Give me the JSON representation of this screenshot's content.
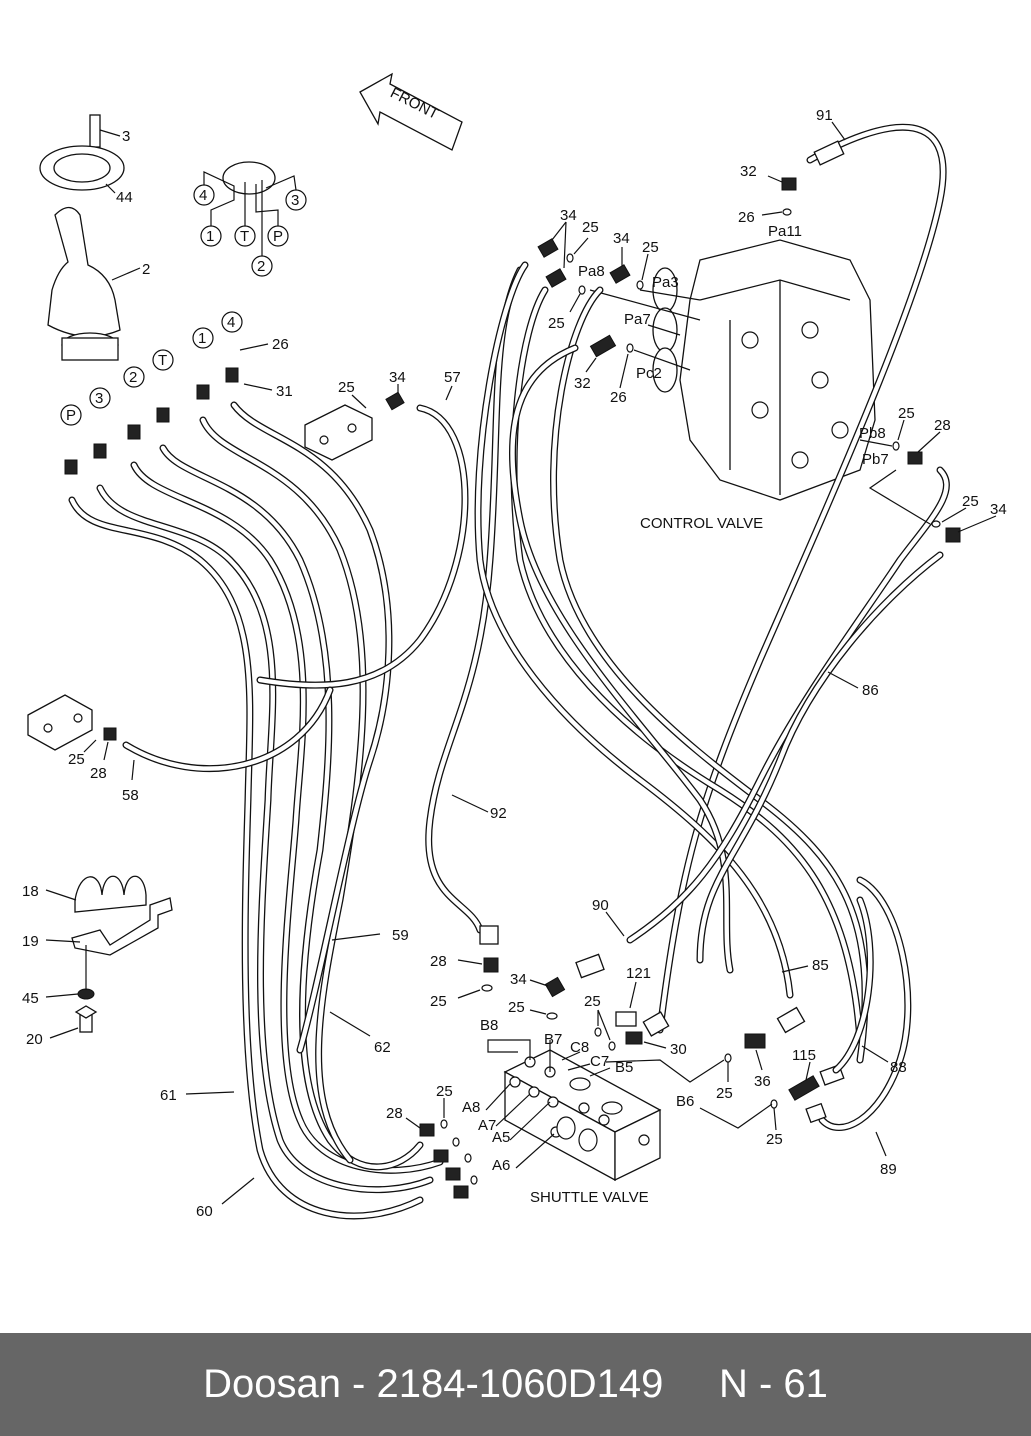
{
  "footer": {
    "brand": "Doosan",
    "separator": " - ",
    "part_number": "2184-1060D149",
    "page_ref": "N - 61",
    "background": "#666666"
  },
  "direction": {
    "label": "FRONT"
  },
  "assemblies": {
    "control_valve": "CONTROL VALVE",
    "shuttle_valve": "SHUTTLE VALVE"
  },
  "port_legend": {
    "ports": [
      "4",
      "1",
      "T",
      "P",
      "2",
      "3"
    ]
  },
  "joystick_port_markers": [
    "P",
    "3",
    "2",
    "T",
    "1",
    "4"
  ],
  "callouts": {
    "c3_bolt": "3",
    "c44_plate": "44",
    "c2_lever": "2",
    "c26_a": "26",
    "c31": "31",
    "c25_a": "25",
    "c34_a": "34",
    "c57": "57",
    "c25_b": "25",
    "c28_a": "28",
    "c58": "58",
    "c91": "91",
    "c32_a": "32",
    "c26_b": "26",
    "c34_b": "34",
    "c25_c": "25",
    "c34_c": "34",
    "c25_d": "25",
    "c25_e": "25",
    "c32_b": "32",
    "c26_c": "26",
    "c25_f": "25",
    "c28_b": "28",
    "c25_g": "25",
    "c34_d": "34",
    "c86": "86",
    "c92": "92",
    "c18": "18",
    "c19": "19",
    "c45": "45",
    "c20": "20",
    "c59": "59",
    "c62": "62",
    "c61": "61",
    "c60": "60",
    "c90": "90",
    "c85": "85",
    "c28_c": "28",
    "c25_h": "25",
    "c34_e": "34",
    "c25_i": "25",
    "c121": "121",
    "c25_j": "25",
    "c30": "30",
    "c36": "36",
    "c115": "115",
    "c88": "88",
    "c25_k": "25",
    "c25_l": "25",
    "c89": "89",
    "c25_m": "25",
    "c28_d": "28"
  },
  "ports": {
    "Pa11": "Pa11",
    "Pa8": "Pa8",
    "Pa3": "Pa3",
    "Pa7": "Pa7",
    "Pc2": "Pc2",
    "Pb8": "Pb8",
    "Pb7": "Pb7",
    "B8": "B8",
    "B7": "B7",
    "C8": "C8",
    "C7": "C7",
    "B5": "B5",
    "B6": "B6",
    "A8": "A8",
    "A7": "A7",
    "A5": "A5",
    "A6": "A6"
  }
}
